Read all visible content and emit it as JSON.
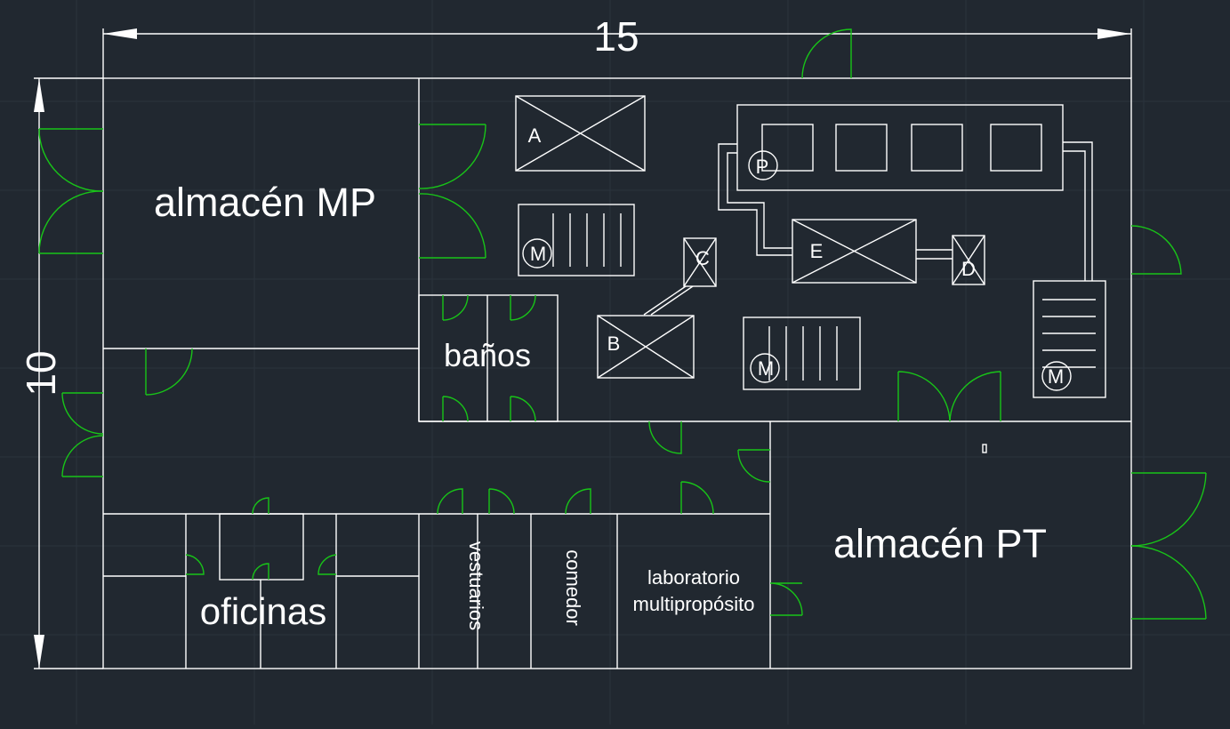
{
  "drawing": {
    "background_color": "#212830",
    "line_color": "#ffffff",
    "door_color": "#18c418"
  },
  "dimensions": {
    "width_label": "15",
    "height_label": "10"
  },
  "rooms": {
    "almacen_mp": "almacén MP",
    "banos": "baños",
    "oficinas": "oficinas",
    "vestuarios": "vestuarios",
    "comedor": "comedor",
    "laboratorio_line1": "laboratorio",
    "laboratorio_line2": "multipropósito",
    "almacen_pt": "almacén PT"
  },
  "equipment": {
    "a": "A",
    "b": "B",
    "c": "C",
    "d": "D",
    "e": "E",
    "p": "P",
    "m1": "M",
    "m2": "M",
    "m3": "M"
  }
}
